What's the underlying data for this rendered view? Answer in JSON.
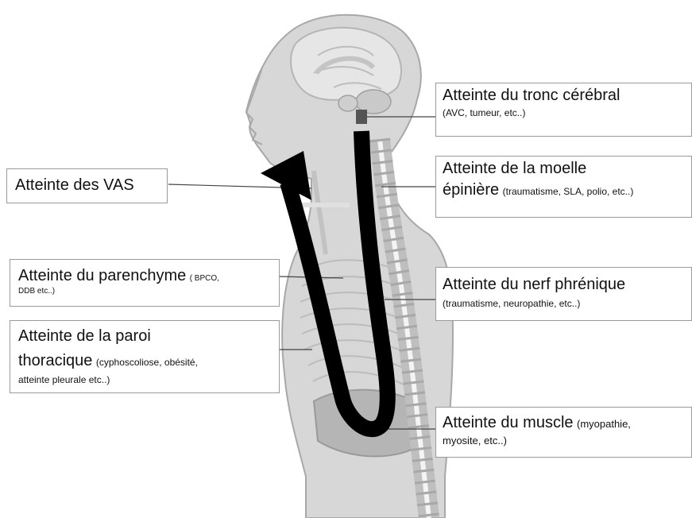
{
  "labels": {
    "tronc": {
      "title": "Atteinte du tronc cérébral",
      "detail": "(AVC, tumeur, etc..)"
    },
    "moelle": {
      "title_line1": "Atteinte de la moelle",
      "title_line2": "épinière",
      "detail": "(traumatisme, SLA, polio, etc..)"
    },
    "vas": {
      "title": "Atteinte des VAS"
    },
    "parenchyme": {
      "title": "Atteinte du parenchyme",
      "detail_part1": "( BPCO,",
      "detail_part2": "DDB etc..)"
    },
    "nerf": {
      "title": "Atteinte du nerf phrénique",
      "detail": "(traumatisme, neuropathie, etc..)"
    },
    "paroi": {
      "title_line1": "Atteinte de la paroi",
      "title_line2": "thoracique",
      "detail_part1": "(cyphoscoliose, obésité,",
      "detail_part2": "atteinte pleurale etc..)"
    },
    "muscle": {
      "title": "Atteinte du muscle",
      "detail_part1": "(myopathie,",
      "detail_part2": "myosite, etc..)"
    }
  },
  "colors": {
    "body": "#d7d7d7",
    "outline": "#a8a8a8",
    "arrow": "#000000",
    "box_border": "#9a9a9a"
  }
}
